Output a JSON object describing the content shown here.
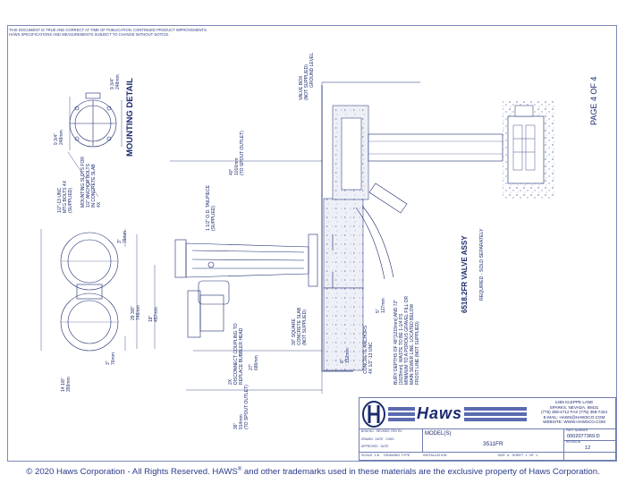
{
  "header": {
    "disclaimer_line1": "THIS DOCUMENT IS TRUE AND CORRECT AT TIME OF PUBLICATION. CONTINUED PRODUCT IMPROVEMENTS",
    "disclaimer_line2": "HAWS SPECIFICATIONS AND MEASUREMENTS SUBJECT TO CHANGE WITHOUT NOTICE."
  },
  "page_label": "PAGE 4 OF 4",
  "mounting_detail": {
    "title": "MOUNTING DETAIL",
    "dim_top_a": "9 3/4\"",
    "dim_top_a_mm": "248mm",
    "dim_top_b": "9 3/4\"",
    "dim_top_b_mm": "248mm",
    "note_line1": "1/2\"-13 UNC",
    "note_line2": "MTG BOLTS 4X",
    "note_line3": "(SUPPLIED)",
    "slots_line1": "MOUNTING SLOTS FOR",
    "slots_line2": "1/2\" ANCHOR BOLTS",
    "slots_line3": "IN CONCRETE SLAB",
    "slots_line4": "4X"
  },
  "elevation": {
    "dim_40": "40\"",
    "dim_40_mm": "1016mm",
    "dim_40_note": "(TO SPOUT OUTLET)",
    "tailpiece_line1": "1 1/2\" O.D. TAILPIECE",
    "tailpiece_line2": "(SUPPLIED)",
    "dim_29": "29 3/8\"",
    "dim_29_mm": "746mm",
    "dim_18": "18\"",
    "dim_18_mm": "457mm",
    "dim_3a": "3\"",
    "dim_3a_mm": "76mm",
    "dim_3b": "3\"",
    "dim_3b_mm": "76mm",
    "dim_14": "14 1/8\"",
    "dim_14_mm": "359mm",
    "coupling_line1": "2X",
    "coupling_line2": "DISCONNECT COUPLING TO",
    "coupling_line3": "REPLACE BUBBLER HEAD",
    "dim_27": "27\"",
    "dim_27_mm": "686mm",
    "dim_36": "36\"",
    "dim_36_mm": "914mm",
    "dim_36_note": "(TO SPOUT OUTLET)",
    "slab_line1": "30\" SQUARE",
    "slab_line2": "CONCRETE SLAB",
    "slab_line3": "(NOT SUPPLIED)",
    "anchor_line1": "CONCRETE ANCHORS",
    "anchor_line2": "4X 1/2\"-13 UNC",
    "dim_5": "5\"",
    "dim_5_mm": "127mm",
    "dim_6": "6\"",
    "dim_6_mm": "152mm",
    "valvebox_line1": "VALVE BOX",
    "valvebox_line2": "(NOT SUPPLIED)",
    "ground_level": "GROUND LEVEL",
    "bury_line1": "BURY DEPTHS OF 48\"[1219mm] AND 72\"",
    "bury_line2": "[1829mm]. WASTE TO BE 1-1/4 FS",
    "bury_line3": "MINIMUM TO A POROUS GRAVEL FILL OR",
    "bury_line4": "MAIN SEWER LINE. LOCATED BELOW",
    "bury_line5": "FROST LINE (NOT SUPPLIED)",
    "valve_title": "6518.2FR VALVE ASSY",
    "valve_subtitle": "REQUIRED - SOLD SEPARATELY"
  },
  "title_block": {
    "logo_text": "Haws",
    "address_line1": "1455 KLEPPE LANE",
    "address_line2": "SPARKS, NEVADA, 89431",
    "address_line3": "(775) 359-4712   FAX (775) 359-7424",
    "address_line4": "E-MAIL:  HAWS@HAWSCO.COM",
    "address_line5": "WEBSITE: WWW.HAWSCO.COM",
    "model_label": "MODEL(S)",
    "model_value": "3511FR",
    "part_number_label": "PART NUMBER",
    "part_number": "0002077369.D",
    "revision_label": "REVISION",
    "revision": "12",
    "row1_labels": [
      "BOM NO.",
      "REVISED",
      "REV BY"
    ],
    "row2_labels": [
      "DRAWN",
      "DATE",
      "CHKD"
    ],
    "row3_labels": [
      "APPROVED",
      "DATE"
    ],
    "scale_label": "SCALE",
    "scale_value": "1:8",
    "drawing_type_label": "DRAWING TYPE",
    "drawing_type_value": "INSTALLATION",
    "size_label": "SIZE",
    "size_value": "A",
    "sheet_label": "SHEET",
    "sheet_value": "1",
    "of_label": "OF",
    "of_value": "1"
  },
  "footer": {
    "copyright_pre": "© 2020 Haws Corporation - All Rights Reserved.  HAWS",
    "copyright_reg": "®",
    "copyright_post": " and other trademarks used in these materials are the exclusive property of Haws Corporation."
  },
  "colors": {
    "line": "#1a2a6e",
    "light_line": "#7d89b8",
    "concrete": "#c9cce0",
    "gravel": "#9aa0c4"
  }
}
